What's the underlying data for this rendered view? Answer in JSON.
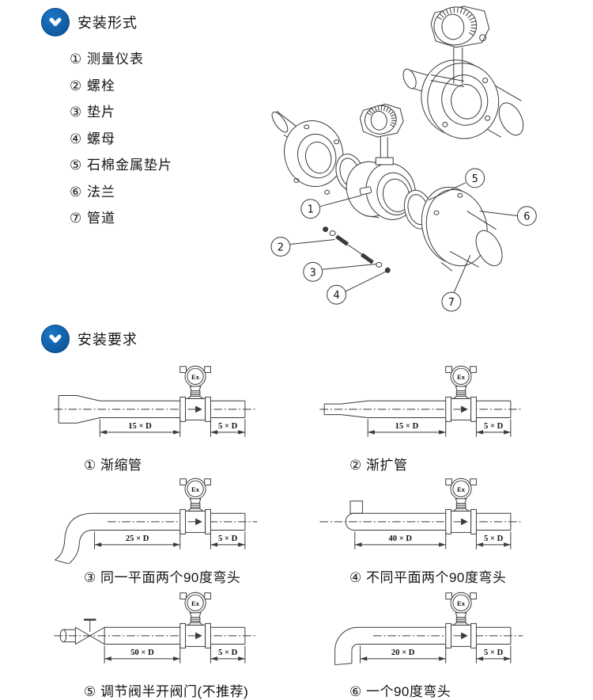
{
  "accent_color": "#1260a8",
  "section_form": {
    "title": "安装形式",
    "parts_list": [
      "① 测量仪表",
      "② 螺栓",
      "③ 垫片",
      "④ 螺母",
      "⑤ 石棉金属垫片",
      "⑥ 法兰",
      "⑦ 管道"
    ],
    "diagram": {
      "type": "exploded-assembly",
      "callouts": [
        "1",
        "2",
        "3",
        "4",
        "5",
        "6",
        "7"
      ]
    }
  },
  "section_requirements": {
    "title": "安装要求",
    "meter_label": "Ex",
    "diagrams": [
      {
        "caption": "① 渐缩管",
        "variant": "reducer",
        "upstream": "15 × D",
        "downstream": "5 × D"
      },
      {
        "caption": "② 渐扩管",
        "variant": "expander",
        "upstream": "15 × D",
        "downstream": "5 × D"
      },
      {
        "caption": "③ 同一平面两个90度弯头",
        "variant": "two-elbows-same-plane",
        "upstream": "25 × D",
        "downstream": "5 × D"
      },
      {
        "caption": "④ 不同平面两个90度弯头",
        "variant": "two-elbows-different-plane",
        "upstream": "40 × D",
        "downstream": "5 × D"
      },
      {
        "caption": "⑤ 调节阀半开阀门(不推荐)",
        "variant": "half-open-valve",
        "upstream": "50 × D",
        "downstream": "5 × D"
      },
      {
        "caption": "⑥ 一个90度弯头",
        "variant": "single-90-elbow",
        "upstream": "20 × D",
        "downstream": "5 × D"
      }
    ]
  }
}
